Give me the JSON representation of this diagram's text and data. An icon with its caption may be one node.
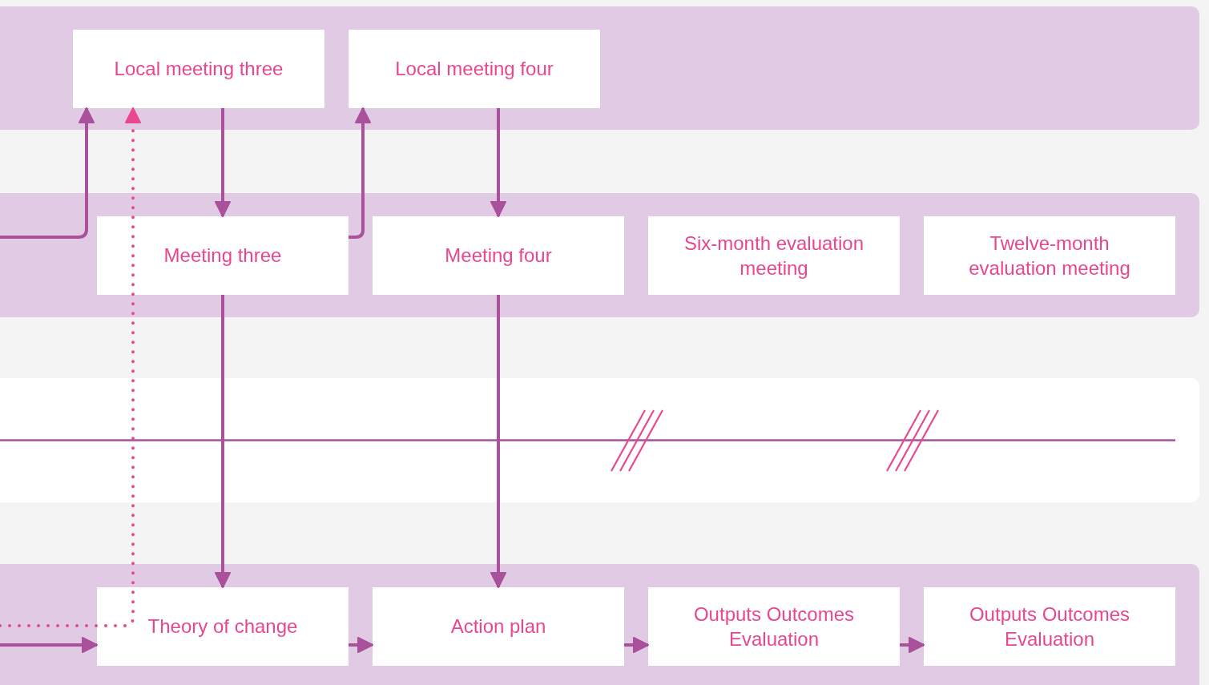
{
  "diagram": {
    "nodes": [
      {
        "text": [
          "Local meeting three"
        ]
      },
      {
        "text": [
          "Local meeting four"
        ]
      },
      {
        "text": [
          "Meeting three"
        ]
      },
      {
        "text": [
          "Meeting four"
        ]
      },
      {
        "text": [
          "Six-month evaluation meeting"
        ]
      },
      {
        "text": [
          "Twelve-month evaluation meeting"
        ]
      },
      {
        "text": [
          "Theory of change"
        ]
      },
      {
        "text": [
          "Action plan"
        ]
      },
      {
        "text": [
          "Outputs Outcomes Evaluation"
        ]
      },
      {
        "text": [
          "Outputs Outcomes Evaluation"
        ]
      }
    ],
    "edges": [
      {
        "from": null,
        "to": 0,
        "arrow": "to"
      },
      {
        "from": 2,
        "to": 1,
        "arrow": "to"
      },
      {
        "from": 0,
        "to": 2,
        "arrow": "to"
      },
      {
        "from": 1,
        "to": 3,
        "arrow": "to"
      },
      {
        "from": 2,
        "to": 6,
        "arrow": "to"
      },
      {
        "from": 3,
        "to": 7,
        "arrow": "to"
      },
      {
        "from": null,
        "to": 6,
        "arrow": "to"
      },
      {
        "from": 6,
        "to": 7,
        "arrow": "to"
      },
      {
        "from": 7,
        "to": 8,
        "arrow": "to"
      },
      {
        "from": 8,
        "to": 9,
        "arrow": "to"
      },
      {
        "from": null,
        "to": 0,
        "arrow": "to",
        "style": "dashed",
        "color": "#e8488f"
      }
    ]
  }
}
